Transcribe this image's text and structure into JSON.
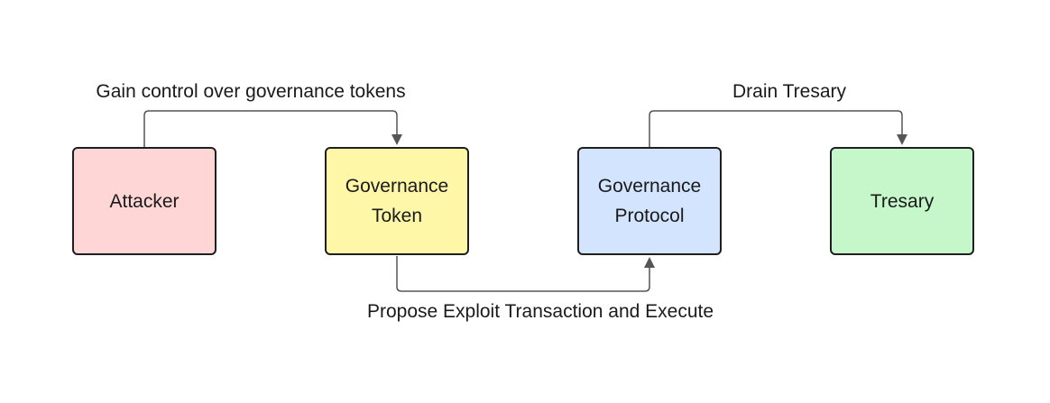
{
  "colors": {
    "attacker": "#ffd6d6",
    "token": "#fff7a8",
    "protocol": "#d3e4ff",
    "treasury": "#c5f7cb",
    "stroke": "#1f1f1f",
    "edge": "#555555"
  },
  "nodes": [
    {
      "id": "attacker",
      "label": "Attacker"
    },
    {
      "id": "token",
      "label": "Governance\nToken"
    },
    {
      "id": "protocol",
      "label": "Governance\nProtocol"
    },
    {
      "id": "treasury",
      "label": "Tresary"
    }
  ],
  "edges": [
    {
      "from": "attacker",
      "to": "token",
      "label": "Gain control over governance tokens"
    },
    {
      "from": "token",
      "to": "protocol",
      "label": "Propose Exploit Transaction and Execute"
    },
    {
      "from": "protocol",
      "to": "treasury",
      "label": "Drain Tresary"
    }
  ]
}
